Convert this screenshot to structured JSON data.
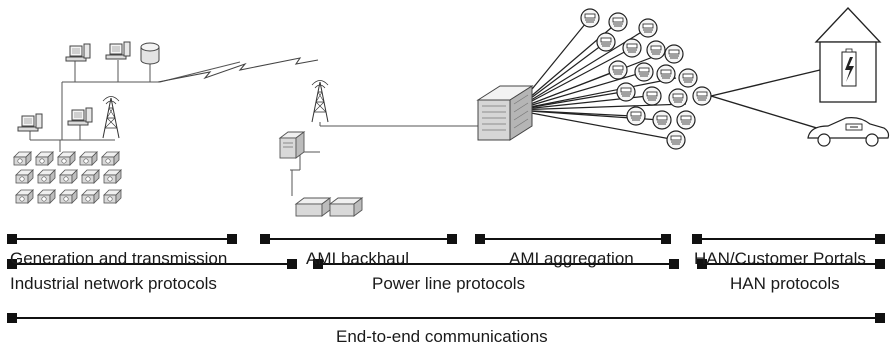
{
  "segments_row1": [
    {
      "label": "Generation and transmission"
    },
    {
      "label": "AMI backhaul"
    },
    {
      "label": "AMI aggregation"
    },
    {
      "label": "HAN/Customer Portals"
    }
  ],
  "segments_row2": [
    {
      "label": "Industrial network protocols"
    },
    {
      "label": "Power line protocols"
    },
    {
      "label": "HAN protocols"
    }
  ],
  "segment_row3": {
    "label": "End-to-end communications"
  },
  "colors": {
    "line": "#1a1a1a",
    "device_fill": "#e6e6e6",
    "device_stroke": "#555555"
  },
  "icons": [
    "computer-icon",
    "database-icon",
    "transmission-tower-icon",
    "lightning-link-icon",
    "server-icon",
    "data-aggregator-icon",
    "smart-meter-icon",
    "house-icon",
    "electric-car-icon"
  ]
}
